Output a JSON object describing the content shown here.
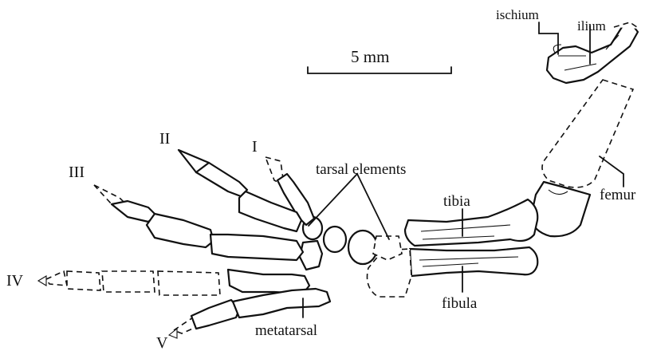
{
  "labels": {
    "ischium": "ischium",
    "ilium": "ilium",
    "scale": "5 mm",
    "digit_i": "I",
    "digit_ii": "II",
    "digit_iii": "III",
    "digit_iv": "IV",
    "digit_v": "V",
    "tarsal": "tarsal elements",
    "tibia": "tibia",
    "femur": "femur",
    "fibula": "fibula",
    "metatarsal": "metatarsal"
  },
  "colors": {
    "ink": "#111111",
    "background": "#ffffff"
  }
}
